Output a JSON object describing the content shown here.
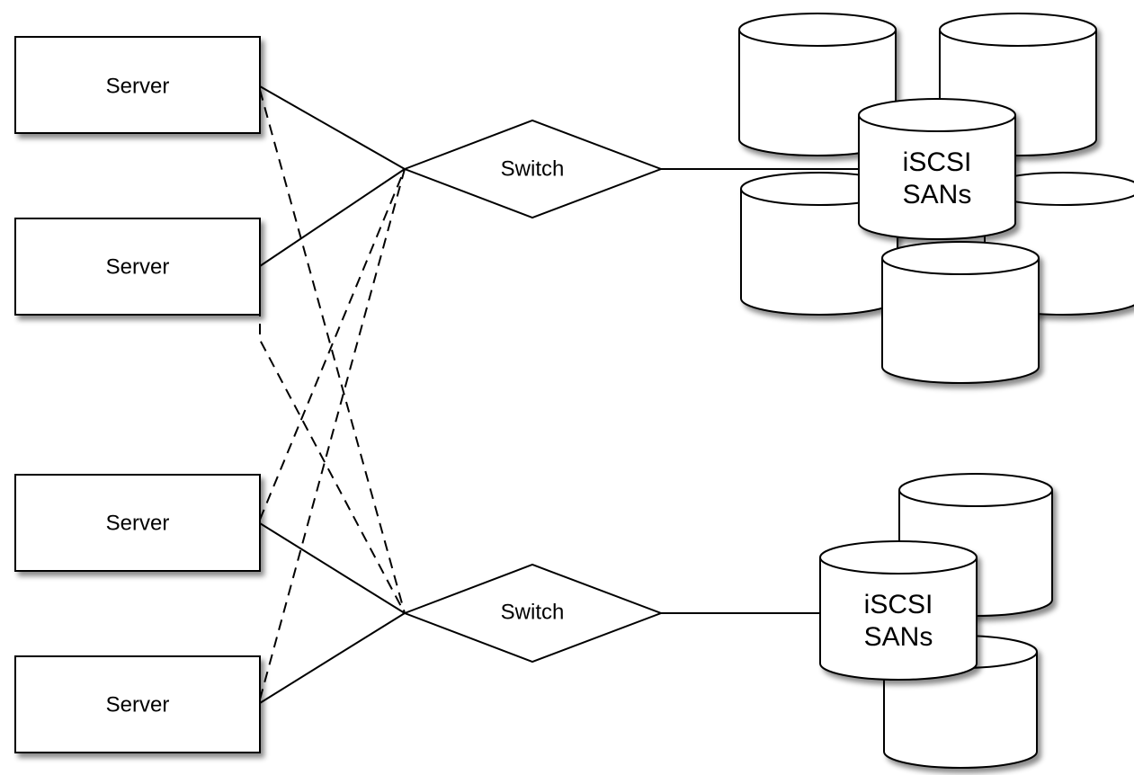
{
  "diagram": {
    "servers": [
      {
        "label": "Server"
      },
      {
        "label": "Server"
      },
      {
        "label": "Server"
      },
      {
        "label": "Server"
      }
    ],
    "switches": [
      {
        "label": "Switch"
      },
      {
        "label": "Switch"
      }
    ],
    "san_groups": [
      {
        "line1": "iSCSI",
        "line2": "SANs"
      },
      {
        "line1": "iSCSI",
        "line2": "SANs"
      }
    ]
  }
}
